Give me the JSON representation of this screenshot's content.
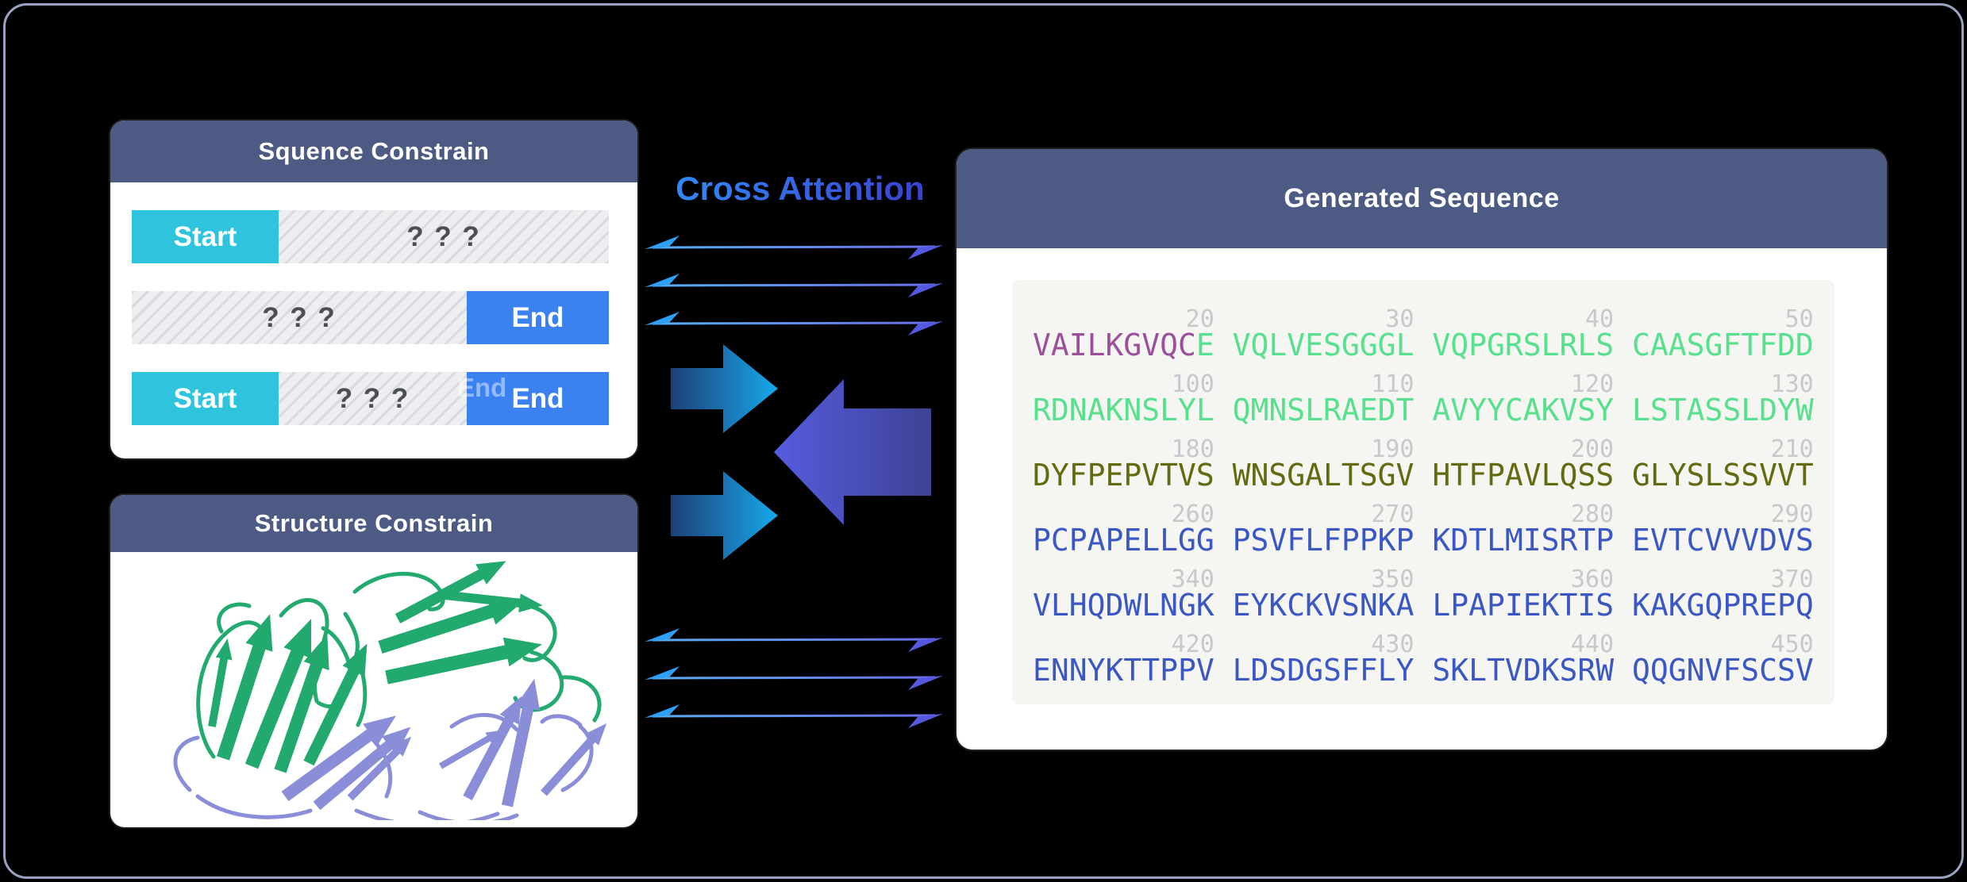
{
  "page": {
    "background": "#000000",
    "frame_border_color": "#9aa3c2"
  },
  "sequence_constrain": {
    "title": "Squence Constrain",
    "start_label": "Start",
    "end_label": "End",
    "unknown_label": "? ? ?",
    "ghost_end_label": "End",
    "colors": {
      "header": "#4d5b84",
      "start": "#2ec4de",
      "end": "#3b82f0"
    }
  },
  "cross_attention": {
    "label": "Cross Attention",
    "gradient_from": "#2f8cf6",
    "gradient_to": "#3a3ecf",
    "top_arrow_count": 3,
    "bottom_arrow_count": 3,
    "arrow_colors": {
      "left_head": "#2f9ff3",
      "right_head": "#5459e0",
      "line_from": "#58aef2",
      "line_to": "#6a6ee8"
    },
    "merge_arrows": {
      "blue_from": "#1d3f77",
      "blue_to": "#17a9ec",
      "purple_from": "#565cdf",
      "purple_to": "#3d4294"
    }
  },
  "structure_constrain": {
    "title": "Structure Constrain",
    "chain_colors": {
      "green_chain": "#22aa6e",
      "purple_chain": "#8a8ed9"
    }
  },
  "generated_sequence": {
    "title": "Generated Sequence",
    "number_color": "#c6c9cc",
    "rows": [
      {
        "numbers": [
          "20",
          "30",
          "40",
          "50"
        ],
        "segments": [
          {
            "text": "VAILKGVQC",
            "color": "#9c4f9b"
          },
          {
            "text": "E VQLVESGGGL VQPGRSLRLS CAASGFTFDD",
            "color": "#57e08d"
          }
        ]
      },
      {
        "numbers": [
          "100",
          "110",
          "120",
          "130"
        ],
        "segments": [
          {
            "text": "RDNAKNSLYL QMNSLRAEDT AVYYCAKVSY LSTASSLDYW",
            "color": "#57e08d"
          }
        ]
      },
      {
        "numbers": [
          "180",
          "190",
          "200",
          "210"
        ],
        "segments": [
          {
            "text": "DYFPEPVTVS WNSGALTSGV HTFPAVLQSS GLYSLSSVVT",
            "color": "#636a10"
          }
        ]
      },
      {
        "numbers": [
          "260",
          "270",
          "280",
          "290"
        ],
        "segments": [
          {
            "text": "PCPAPELLGG PSVFLFPPKP KDTLMISRTP EVTCVVVDVS",
            "color": "#3a57c4"
          }
        ]
      },
      {
        "numbers": [
          "340",
          "350",
          "360",
          "370"
        ],
        "segments": [
          {
            "text": "VLHQDWLNGK EYKCKVSNKA LPAPIEKTIS KAKGQPREPQ",
            "color": "#3a57c4"
          }
        ]
      },
      {
        "numbers": [
          "420",
          "430",
          "440",
          "450"
        ],
        "segments": [
          {
            "text": "ENNYKTTPPV LDSDGSFFLY SKLTVDKSRW QQGNVFSCSV",
            "color": "#3a57c4"
          }
        ]
      }
    ]
  }
}
